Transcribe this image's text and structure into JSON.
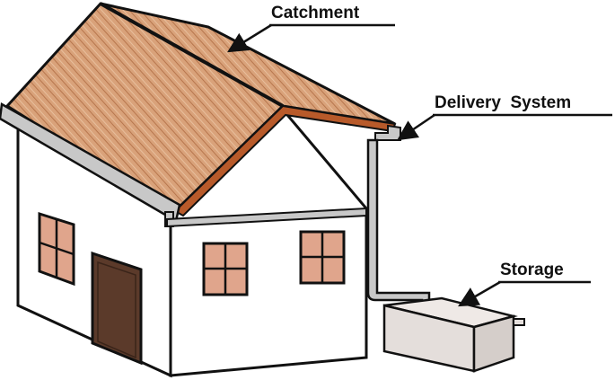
{
  "labels": {
    "catchment": "Catchment",
    "delivery": "Delivery  System",
    "storage": "Storage"
  },
  "colors": {
    "roof_tile": "#d9a27a",
    "roof_stripe": "#b7764d",
    "fascia": "#b85a2a",
    "wall": "#ffffff",
    "outline": "#111111",
    "gutter": "#c8c8c8",
    "window_pane": "#e0a58c",
    "door": "#5b3a2a",
    "tank": "#e4dedb"
  }
}
